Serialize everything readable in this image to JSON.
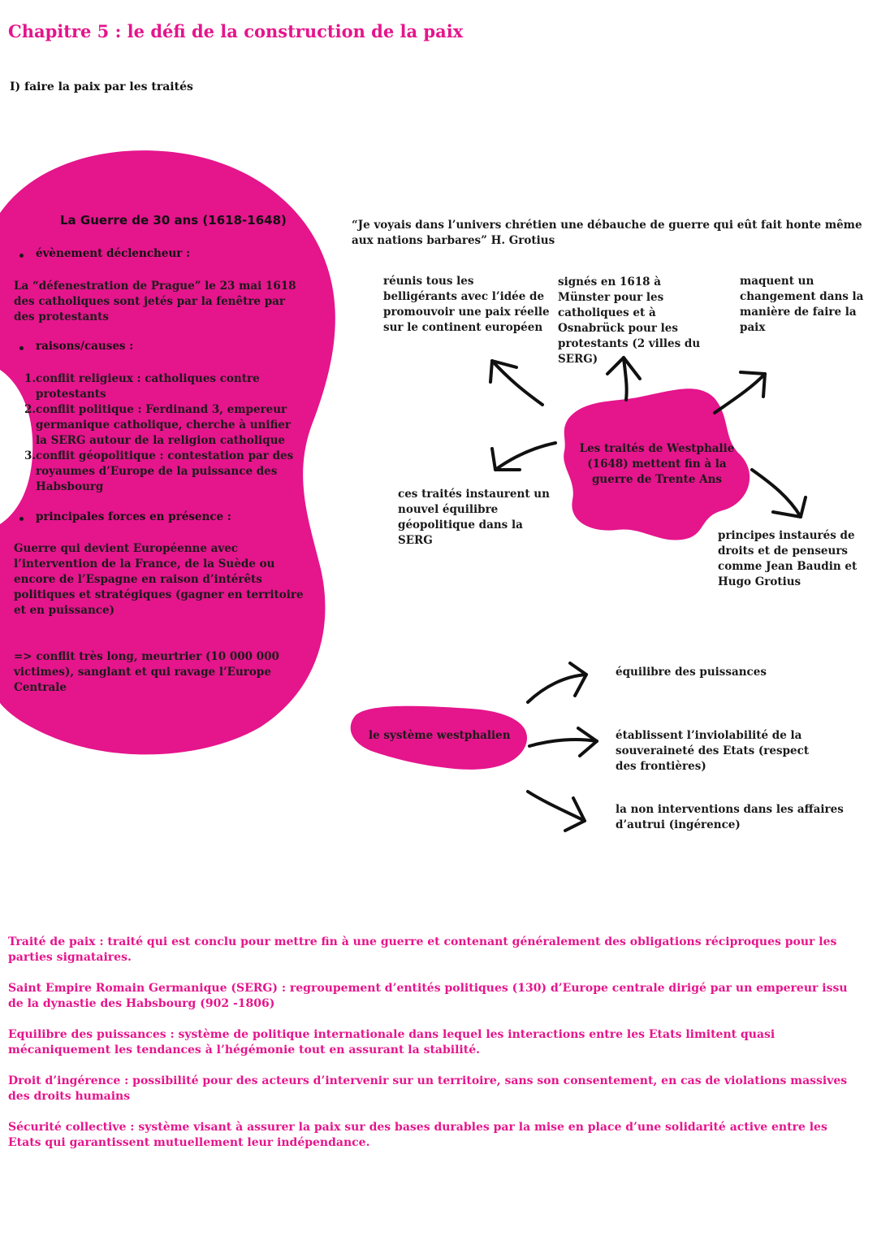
{
  "header": {
    "title": "Chapitre 5 : le défi de la construction de la paix",
    "section": "I) faire la paix par les traités"
  },
  "colors": {
    "accent": "#e5158c",
    "text": "#1a1a1a",
    "arrow": "#111111"
  },
  "war": {
    "title": "La Guerre de 30 ans (1618-1648)",
    "trigger_label": "évènement déclencheur :",
    "trigger_text": "La “défenestration de Prague” le 23 mai 1618 des catholiques sont jetés par la fenêtre par des protestants",
    "causes_label": "raisons/causes :",
    "causes": [
      {
        "num": "1.",
        "text": "conflit religieux : catholiques contre protestants"
      },
      {
        "num": "2.",
        "text": "conflit politique : Ferdinand 3, empereur germanique catholique, cherche à unifier la SERG autour de la religion  catholique"
      },
      {
        "num": "3.",
        "text": "conflit géopolitique : contestation par des royaumes d’Europe de la puissance des Habsbourg"
      }
    ],
    "forces_label": "principales forces en présence :",
    "forces_text": "Guerre qui devient Européenne avec l’intervention de la France, de la Suède ou encore de l’Espagne en raison d’intérêts politiques et stratégiques (gagner en territoire et en puissance)",
    "conclusion": "=> conflit très long, meurtrier (10 000 000 victimes), sanglant et qui ravage l’Europe Centrale"
  },
  "quote": "“Je voyais dans l’univers chrétien une débauche de guerre qui eût fait honte même aux nations barbares” H. Grotius",
  "westphalie": {
    "center": "Les traités de Westphalie (1648) mettent fin à la guerre de Trente Ans",
    "branches": {
      "reunis": "réunis tous les belligérants avec l’idée de promouvoir une paix réelle sur le continent européen",
      "signes": "signés en 1618 à Münster pour les catholiques et à Osnabrück pour les protestants (2 villes du SERG)",
      "maquent": "maquent un changement dans la manière de faire la paix",
      "equilibre": "ces traités instaurent un nouvel équilibre géopolitique dans la SERG",
      "principes": "principes instaurés de droits et de penseurs comme Jean Baudin et Hugo Grotius"
    }
  },
  "systeme": {
    "center": "le système westphalien",
    "branches": [
      "équilibre des puissances",
      "établissent l’inviolabilité de la souveraineté des Etats (respect des frontières)",
      "la non interventions dans les affaires d’autrui (ingérence)"
    ]
  },
  "glossary": [
    "Traité de paix : traité qui est conclu pour mettre fin à une guerre et contenant généralement des obligations réciproques pour les parties signataires.",
    "Saint Empire Romain Germanique (SERG) : regroupement d’entités politiques (130) d’Europe centrale dirigé par un empereur issu de la dynastie des Habsbourg (902 -1806)",
    "Equilibre des puissances : système de politique internationale dans lequel les interactions entre les Etats limitent quasi mécaniquement les tendances à l’hégémonie tout en assurant la stabilité.",
    "Droit d’ingérence : possibilité pour des acteurs d’intervenir sur un territoire, sans son consentement, en cas de violations massives des droits humains",
    "Sécurité collective : système visant à assurer la paix sur des bases durables par la mise en place d’une solidarité active entre les Etats qui garantissent mutuellement leur indépendance."
  ]
}
